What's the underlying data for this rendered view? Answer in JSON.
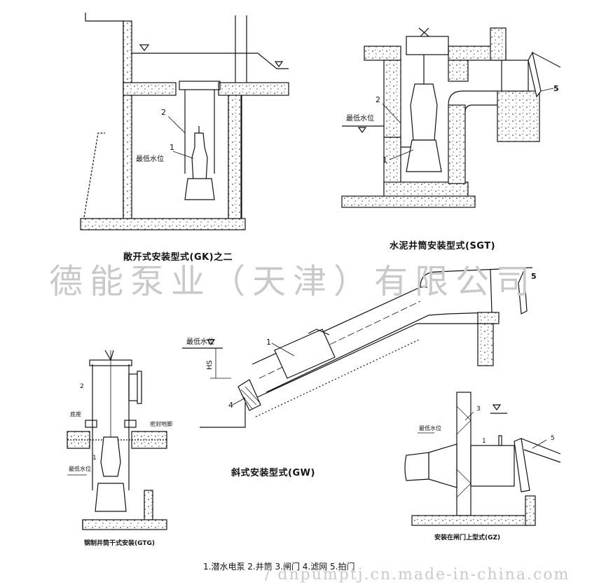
{
  "watermark": {
    "company": "德能泵业（天津）有限公司",
    "url": "/ dnpumptj.cn.made-in-china.com"
  },
  "diagrams": {
    "gk": {
      "caption": "敞开式安装型式(GK)之二",
      "label_min_water": "最低水位",
      "callouts": [
        "2",
        "1"
      ]
    },
    "sgt": {
      "caption": "水泥井筒安装型式(SGT)",
      "label_min_water": "最低水位",
      "callouts": [
        "2",
        "1",
        "5"
      ]
    },
    "gw": {
      "caption": "斜式安装型式(GW)",
      "label_min_water": "最低水位",
      "label_hs": "HS",
      "callouts": [
        "1",
        "4",
        "5"
      ]
    },
    "gtg": {
      "caption": "钢制井筒干式安装(GTG)",
      "label_base": "底座",
      "label_seal": "密封地脚",
      "label_min_water": "最低水位",
      "callouts": [
        "2",
        "1"
      ]
    },
    "gz": {
      "caption": "安装在闸门上型式(GZ)",
      "label_min_water": "最低水位",
      "callouts": [
        "3",
        "1",
        "5"
      ]
    }
  },
  "legend": "1.潜水电泵  2.井筒  3.闸门  4.滤网  5.拍门"
}
